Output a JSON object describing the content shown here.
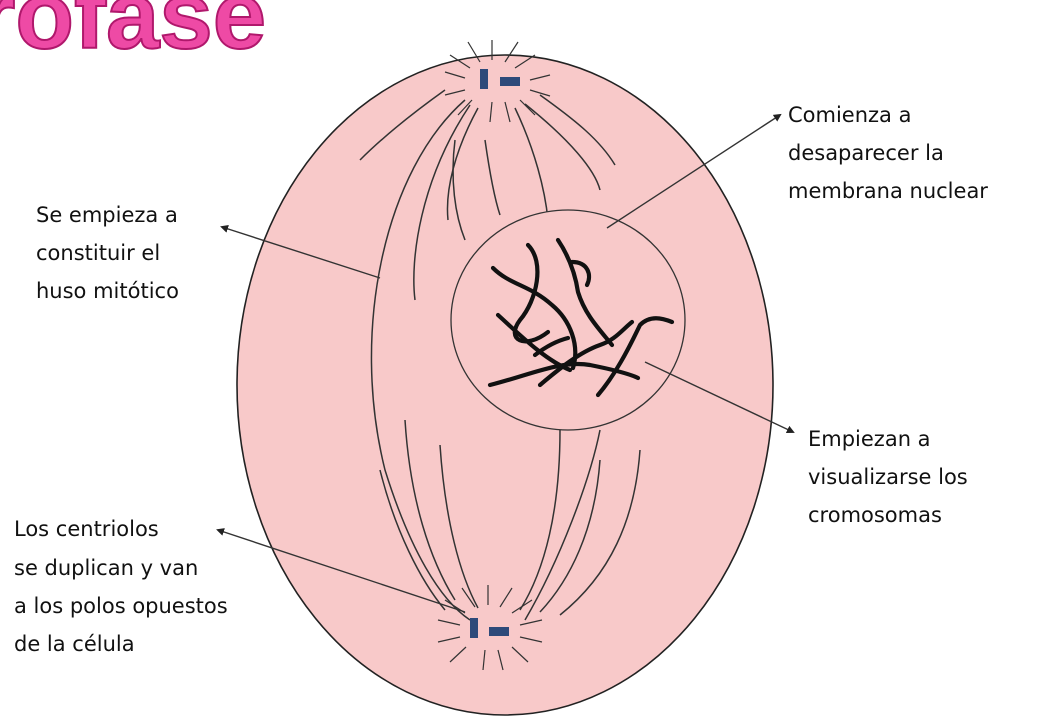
{
  "title": "rofase",
  "labels": {
    "huso": [
      "Se empieza a",
      "constituir el",
      "huso mitótico"
    ],
    "membrana": [
      "Comienza a",
      "desaparecer la",
      "membrana nuclear"
    ],
    "cromosomas": [
      "Empiezan a",
      "visualizarse los",
      "cromosomas"
    ],
    "centriolos": [
      "Los centriolos",
      "se duplican y van",
      "a los polos opuestos",
      "de la célula"
    ]
  },
  "colors": {
    "title": "#ee4aa5",
    "cell": "#f8c9c9",
    "centriole": "#2e4a7a",
    "chromosome": "#111111"
  }
}
